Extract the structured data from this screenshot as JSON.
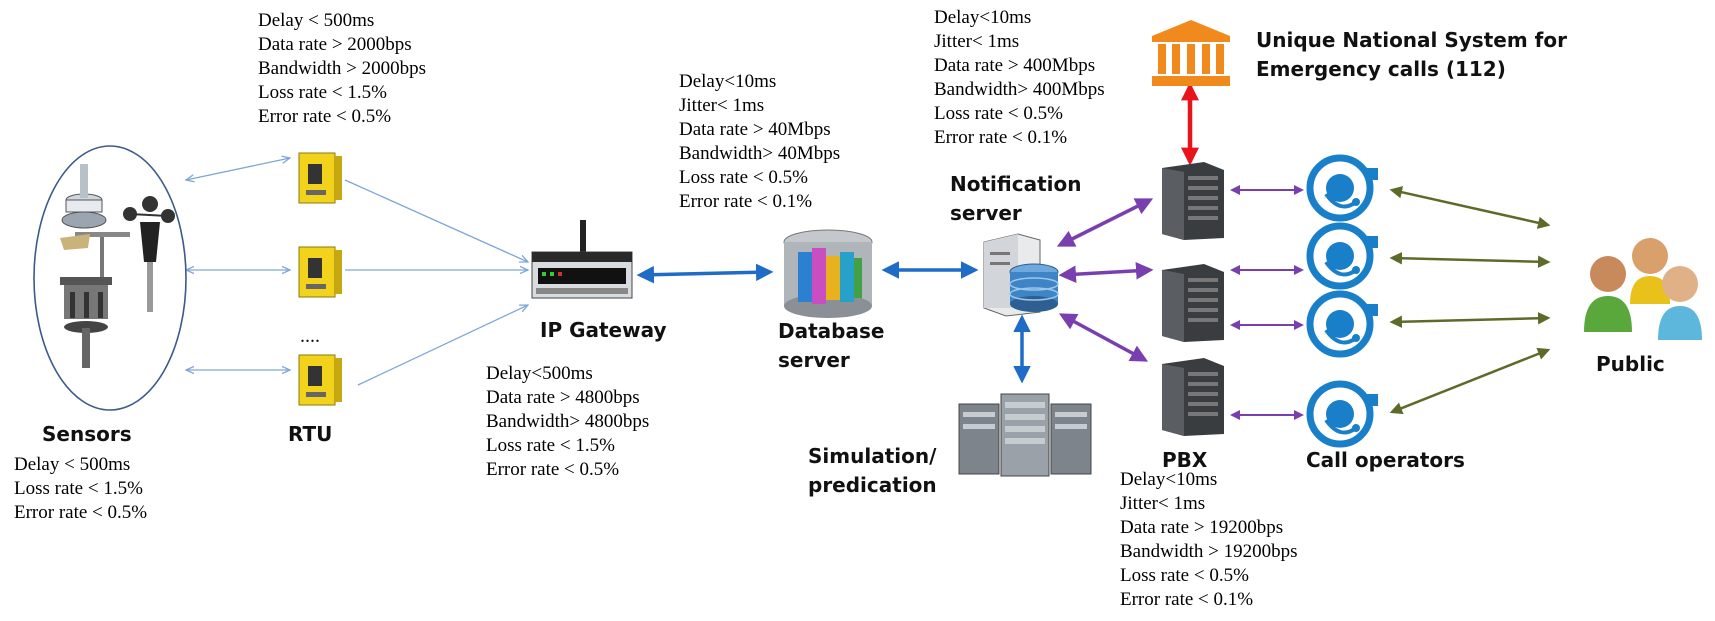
{
  "labels": {
    "sensors": "Sensors",
    "rtu": "RTU",
    "rtu_ellipsis": "....",
    "ip_gateway": "IP Gateway",
    "database_server": [
      "Database",
      "server"
    ],
    "notification_server": [
      "Notification",
      "server"
    ],
    "simulation": [
      "Simulation/",
      "predication"
    ],
    "unique_system": [
      "Unique National System for",
      "Emergency calls (112)"
    ],
    "pbx": "PBX",
    "call_operators": "Call operators",
    "public": "Public"
  },
  "specs": {
    "sensors": [
      "Delay < 500ms",
      "Loss rate < 1.5%",
      "Error rate < 0.5%"
    ],
    "rtu": [
      "Delay < 500ms",
      "Data rate > 2000bps",
      "Bandwidth > 2000bps",
      "Loss rate < 1.5%",
      "Error rate < 0.5%"
    ],
    "gateway_link": [
      "Delay<500ms",
      "Data rate > 4800bps",
      "Bandwidth> 4800bps",
      "Loss rate < 1.5%",
      "Error rate < 0.5%"
    ],
    "db_link": [
      "Delay<10ms",
      "Jitter< 1ms",
      "Data rate > 40Mbps",
      "Bandwidth> 40Mbps",
      "Loss rate < 0.5%",
      "Error rate < 0.1%"
    ],
    "notification_link": [
      "Delay<10ms",
      "Jitter< 1ms",
      "Data rate > 400Mbps",
      "Bandwidth> 400Mbps",
      "Loss rate < 0.5%",
      "Error rate < 0.1%"
    ],
    "pbx_link": [
      "Delay<10ms",
      "Jitter< 1ms",
      "Data rate > 19200bps",
      "Bandwidth > 19200bps",
      "Loss rate < 0.5%",
      "Error rate < 0.1%"
    ]
  },
  "colors": {
    "sensor_link": "#7ea6d8",
    "backbone_link": "#1e6cc8",
    "pbx_link": "#7a3fae",
    "emergency_link": "#e8141b",
    "public_link": "#5d6b2a",
    "rtu_body": "#f2d21a",
    "operator_icon": "#1a7fc9",
    "building_icon": "#f08a1c"
  },
  "icons": {
    "sensors": "weather-sensors-icon",
    "rtu": "rtu-device-icon",
    "gateway": "ip-gateway-icon",
    "database": "database-server-icon",
    "notification": "notification-server-icon",
    "simulation": "server-cluster-icon",
    "emergency": "government-building-icon",
    "pbx": "pbx-rack-icon",
    "operator": "call-operator-headset-icon",
    "public": "people-group-icon"
  }
}
